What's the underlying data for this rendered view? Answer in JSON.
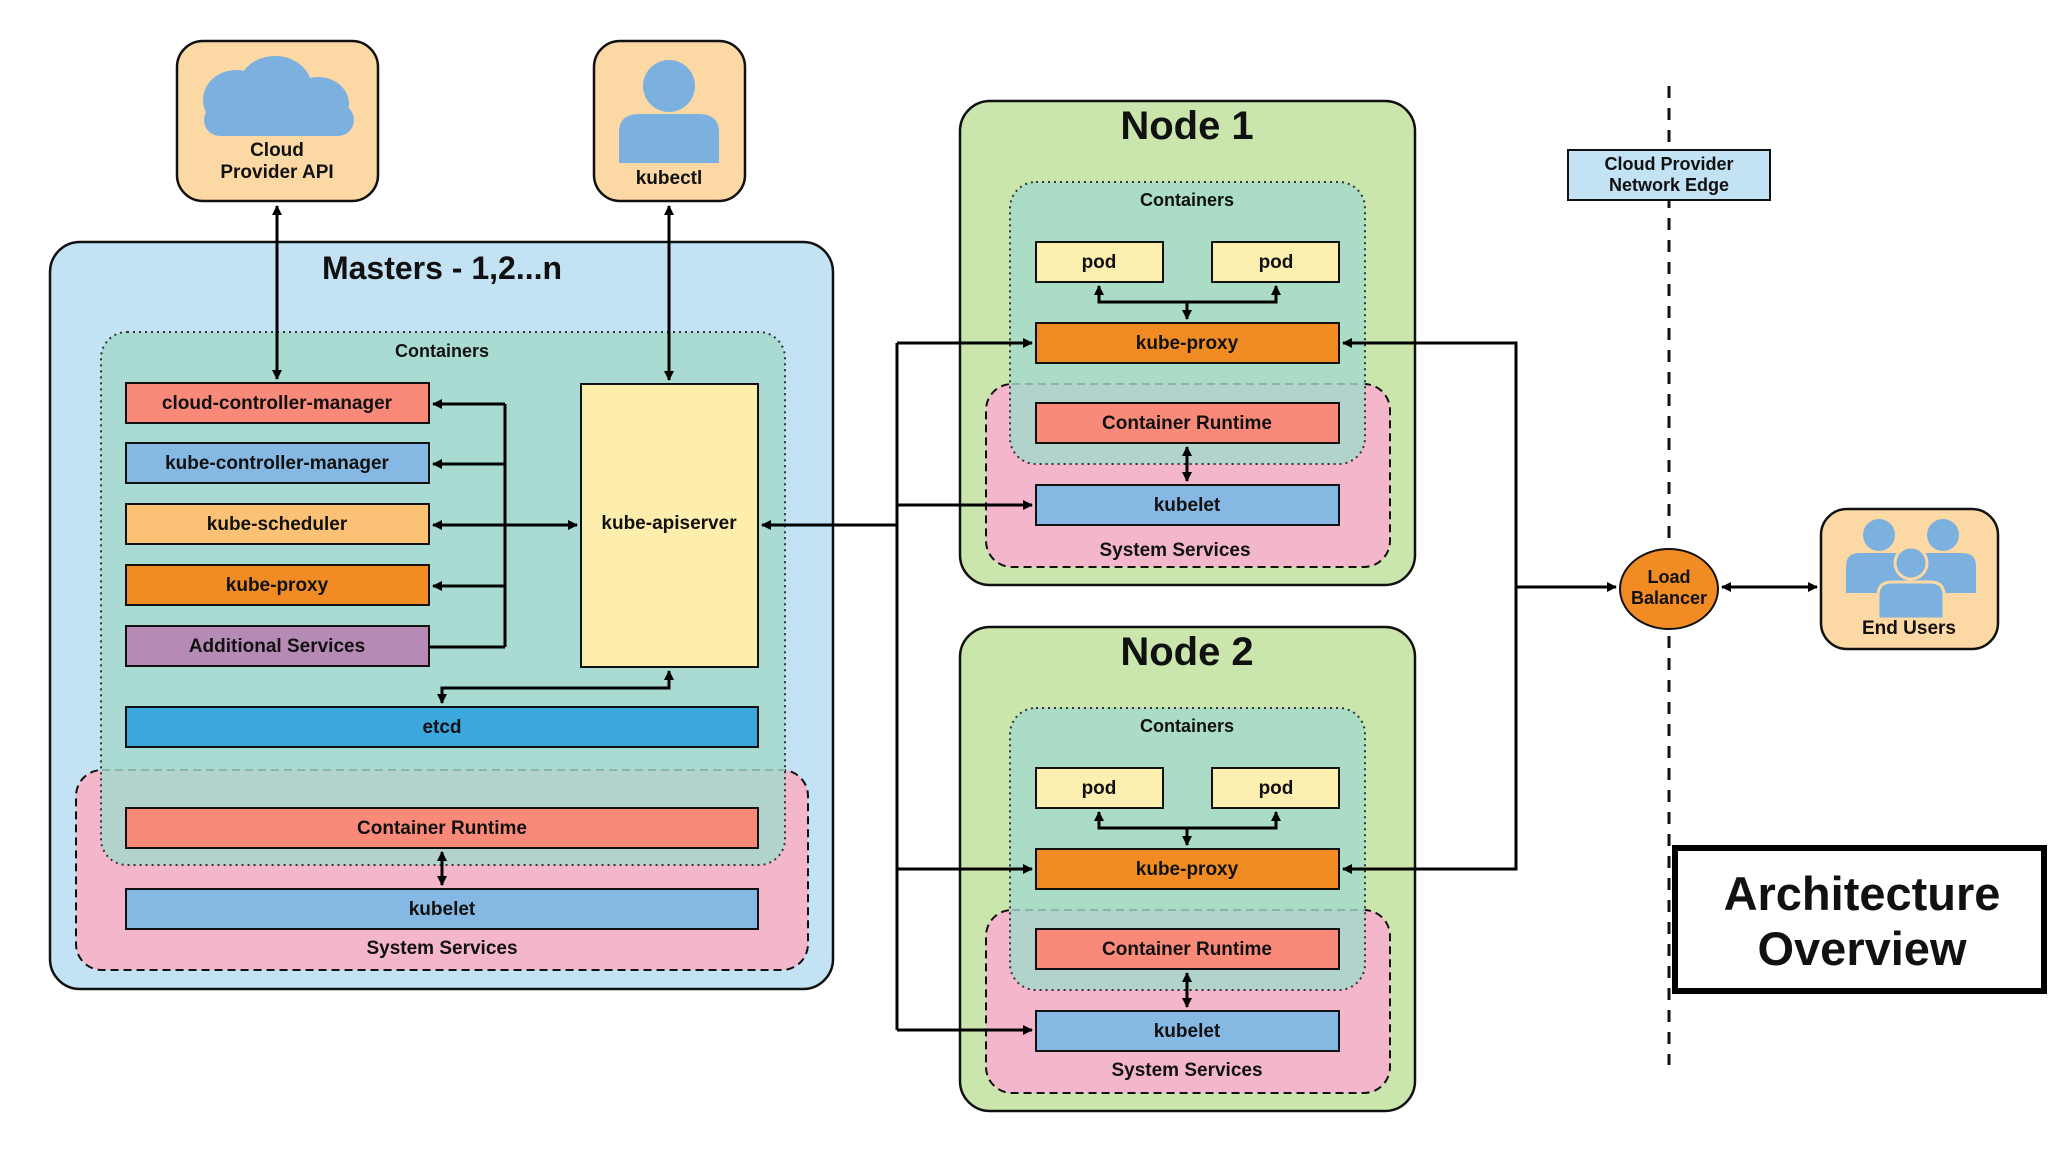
{
  "top": {
    "cloud_line1": "Cloud",
    "cloud_line2": "Provider API",
    "kubectl": "kubectl"
  },
  "masters": {
    "title": "Masters - 1,2...n",
    "containers_label": "Containers",
    "components": [
      "cloud-controller-manager",
      "kube-controller-manager",
      "kube-scheduler",
      "kube-proxy",
      "Additional Services"
    ],
    "apiserver": "kube-apiserver",
    "etcd": "etcd",
    "container_runtime": "Container Runtime",
    "kubelet": "kubelet",
    "system_services": "System Services"
  },
  "nodes": [
    {
      "title": "Node 1",
      "containers_label": "Containers",
      "pod_a": "pod",
      "pod_b": "pod",
      "kube_proxy": "kube-proxy",
      "container_runtime": "Container Runtime",
      "kubelet": "kubelet",
      "system_services": "System Services"
    },
    {
      "title": "Node 2",
      "containers_label": "Containers",
      "pod_a": "pod",
      "pod_b": "pod",
      "kube_proxy": "kube-proxy",
      "container_runtime": "Container Runtime",
      "kubelet": "kubelet",
      "system_services": "System Services"
    }
  ],
  "edge": {
    "label_line1": "Cloud Provider",
    "label_line2": "Network Edge",
    "lb_line1": "Load",
    "lb_line2": "Balancer",
    "end_users": "End Users"
  },
  "overview": {
    "line1": "Architecture",
    "line2": "Overview"
  },
  "colors": {
    "masters_bg": "#c3e2f4",
    "node_bg": "#cbe6ac",
    "containers_bg": "#a3d9cb",
    "system_bg": "#f3b6cb",
    "actor_bg": "#fcd9a4",
    "salmon": "#f98a7a",
    "blue_comp": "#85b8e3",
    "light_orange": "#fbc276",
    "orange": "#f08c23",
    "purple": "#b58ab5",
    "etcd": "#3aa7de",
    "apiserver": "#fdeeae",
    "pod": "#fdefb0"
  }
}
